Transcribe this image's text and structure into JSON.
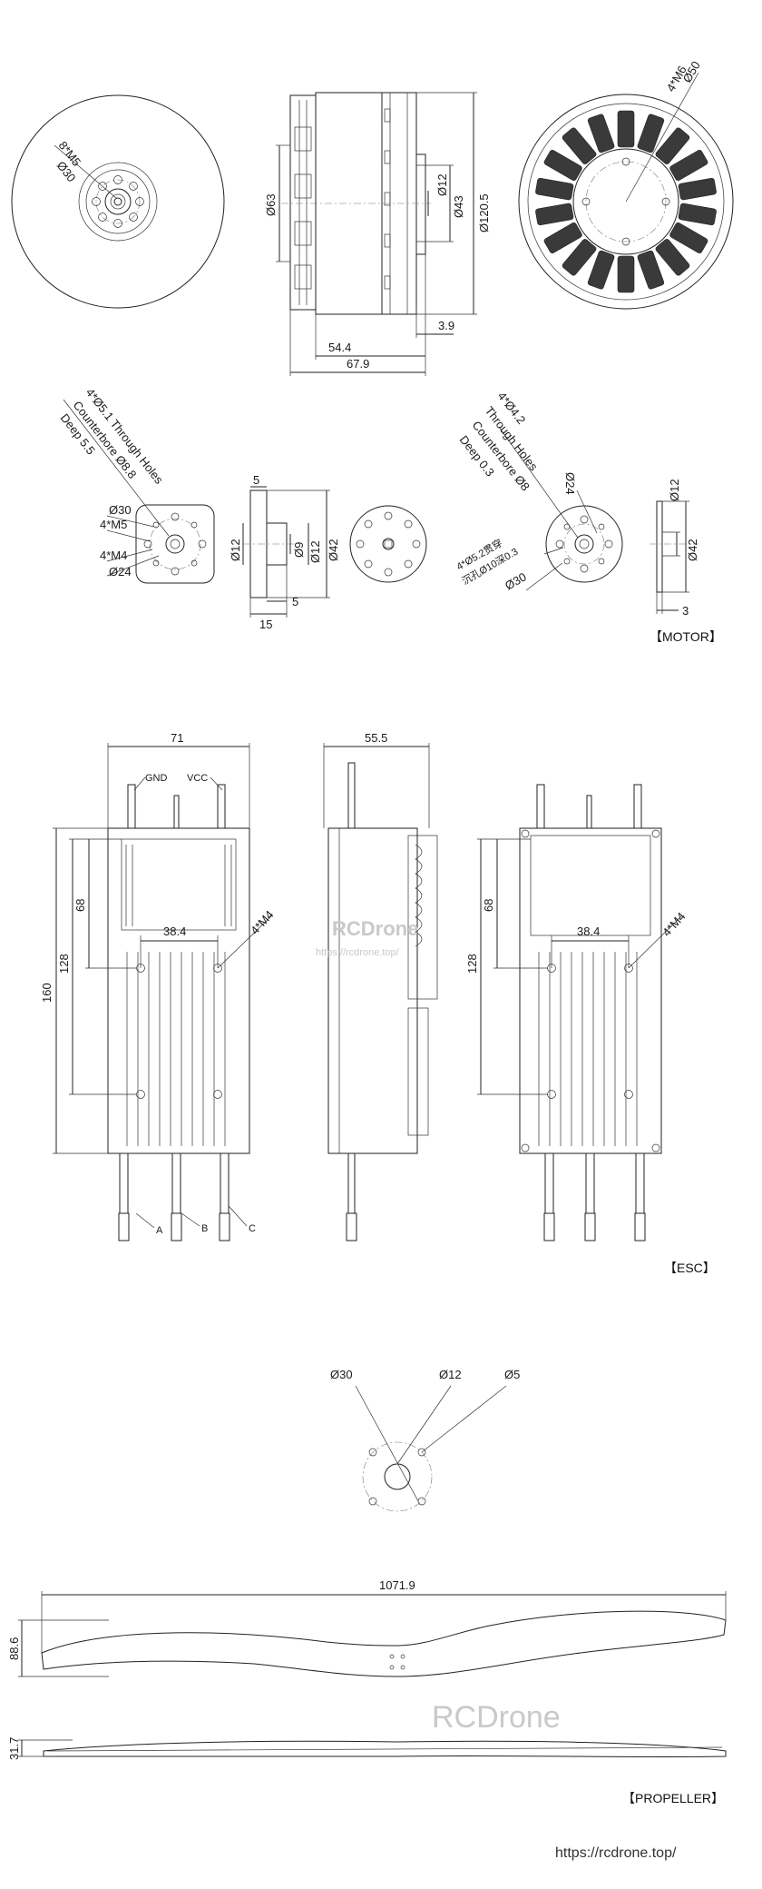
{
  "sections": {
    "motor": "【MOTOR】",
    "esc": "【ESC】",
    "propeller": "【PROPELLER】"
  },
  "motor": {
    "front": {
      "bolts": "8*M5",
      "pcd": "Ø30"
    },
    "side": {
      "d_body": "Ø63",
      "d12": "Ø12",
      "d43": "Ø43",
      "d_outer": "Ø120.5",
      "w_small": "3.9",
      "w_mid": "54.4",
      "w_total": "67.9"
    },
    "rear": {
      "bolts": "4*M6",
      "pcd": "Ø50"
    },
    "mount_a": {
      "note1": "4*Ø5.1 Through Holes",
      "note2": "Counterbore Ø8.8",
      "note3": "Deep 5.5",
      "d30": "Ø30",
      "m5": "4*M5",
      "m4": "4*M4",
      "d24": "Ø24"
    },
    "mount_a_side": {
      "top5": "5",
      "d9": "Ø9",
      "d12r": "Ø12",
      "d12l": "Ø12",
      "d42": "Ø42",
      "bot5": "5",
      "w15": "15"
    },
    "mount_b": {
      "note1": "4*Ø4.2",
      "note2": "Through Holes",
      "note3": "Counterbore Ø8",
      "note4": "Deep 0.3",
      "d24": "Ø24",
      "cn1": "4*Ø5.2贯穿",
      "cn2": "沉孔Ø10深0.3",
      "d30": "Ø30"
    },
    "mount_b_side": {
      "d12": "Ø12",
      "d42": "Ø42",
      "w3": "3"
    }
  },
  "esc": {
    "front": {
      "w": "71",
      "gnd": "GND",
      "vcc": "VCC",
      "h160": "160",
      "h128": "128",
      "h68": "68",
      "w38": "38.4",
      "m4": "4*M4",
      "a": "A",
      "b": "B",
      "c": "C"
    },
    "side": {
      "w": "55.5"
    },
    "rear": {
      "h128": "128",
      "h68": "68",
      "w38": "38.4",
      "m4": "4*M4"
    },
    "watermark": {
      "brand": "RCDrone",
      "url": "https://rcdrone.top/"
    }
  },
  "prop": {
    "hub": {
      "d30": "Ø30",
      "d12": "Ø12",
      "d5": "Ø5"
    },
    "length": "1071.9",
    "width": "88.6",
    "thickness": "31.7",
    "brand": "RCDrone"
  },
  "footer_url": "https://rcdrone.top/"
}
